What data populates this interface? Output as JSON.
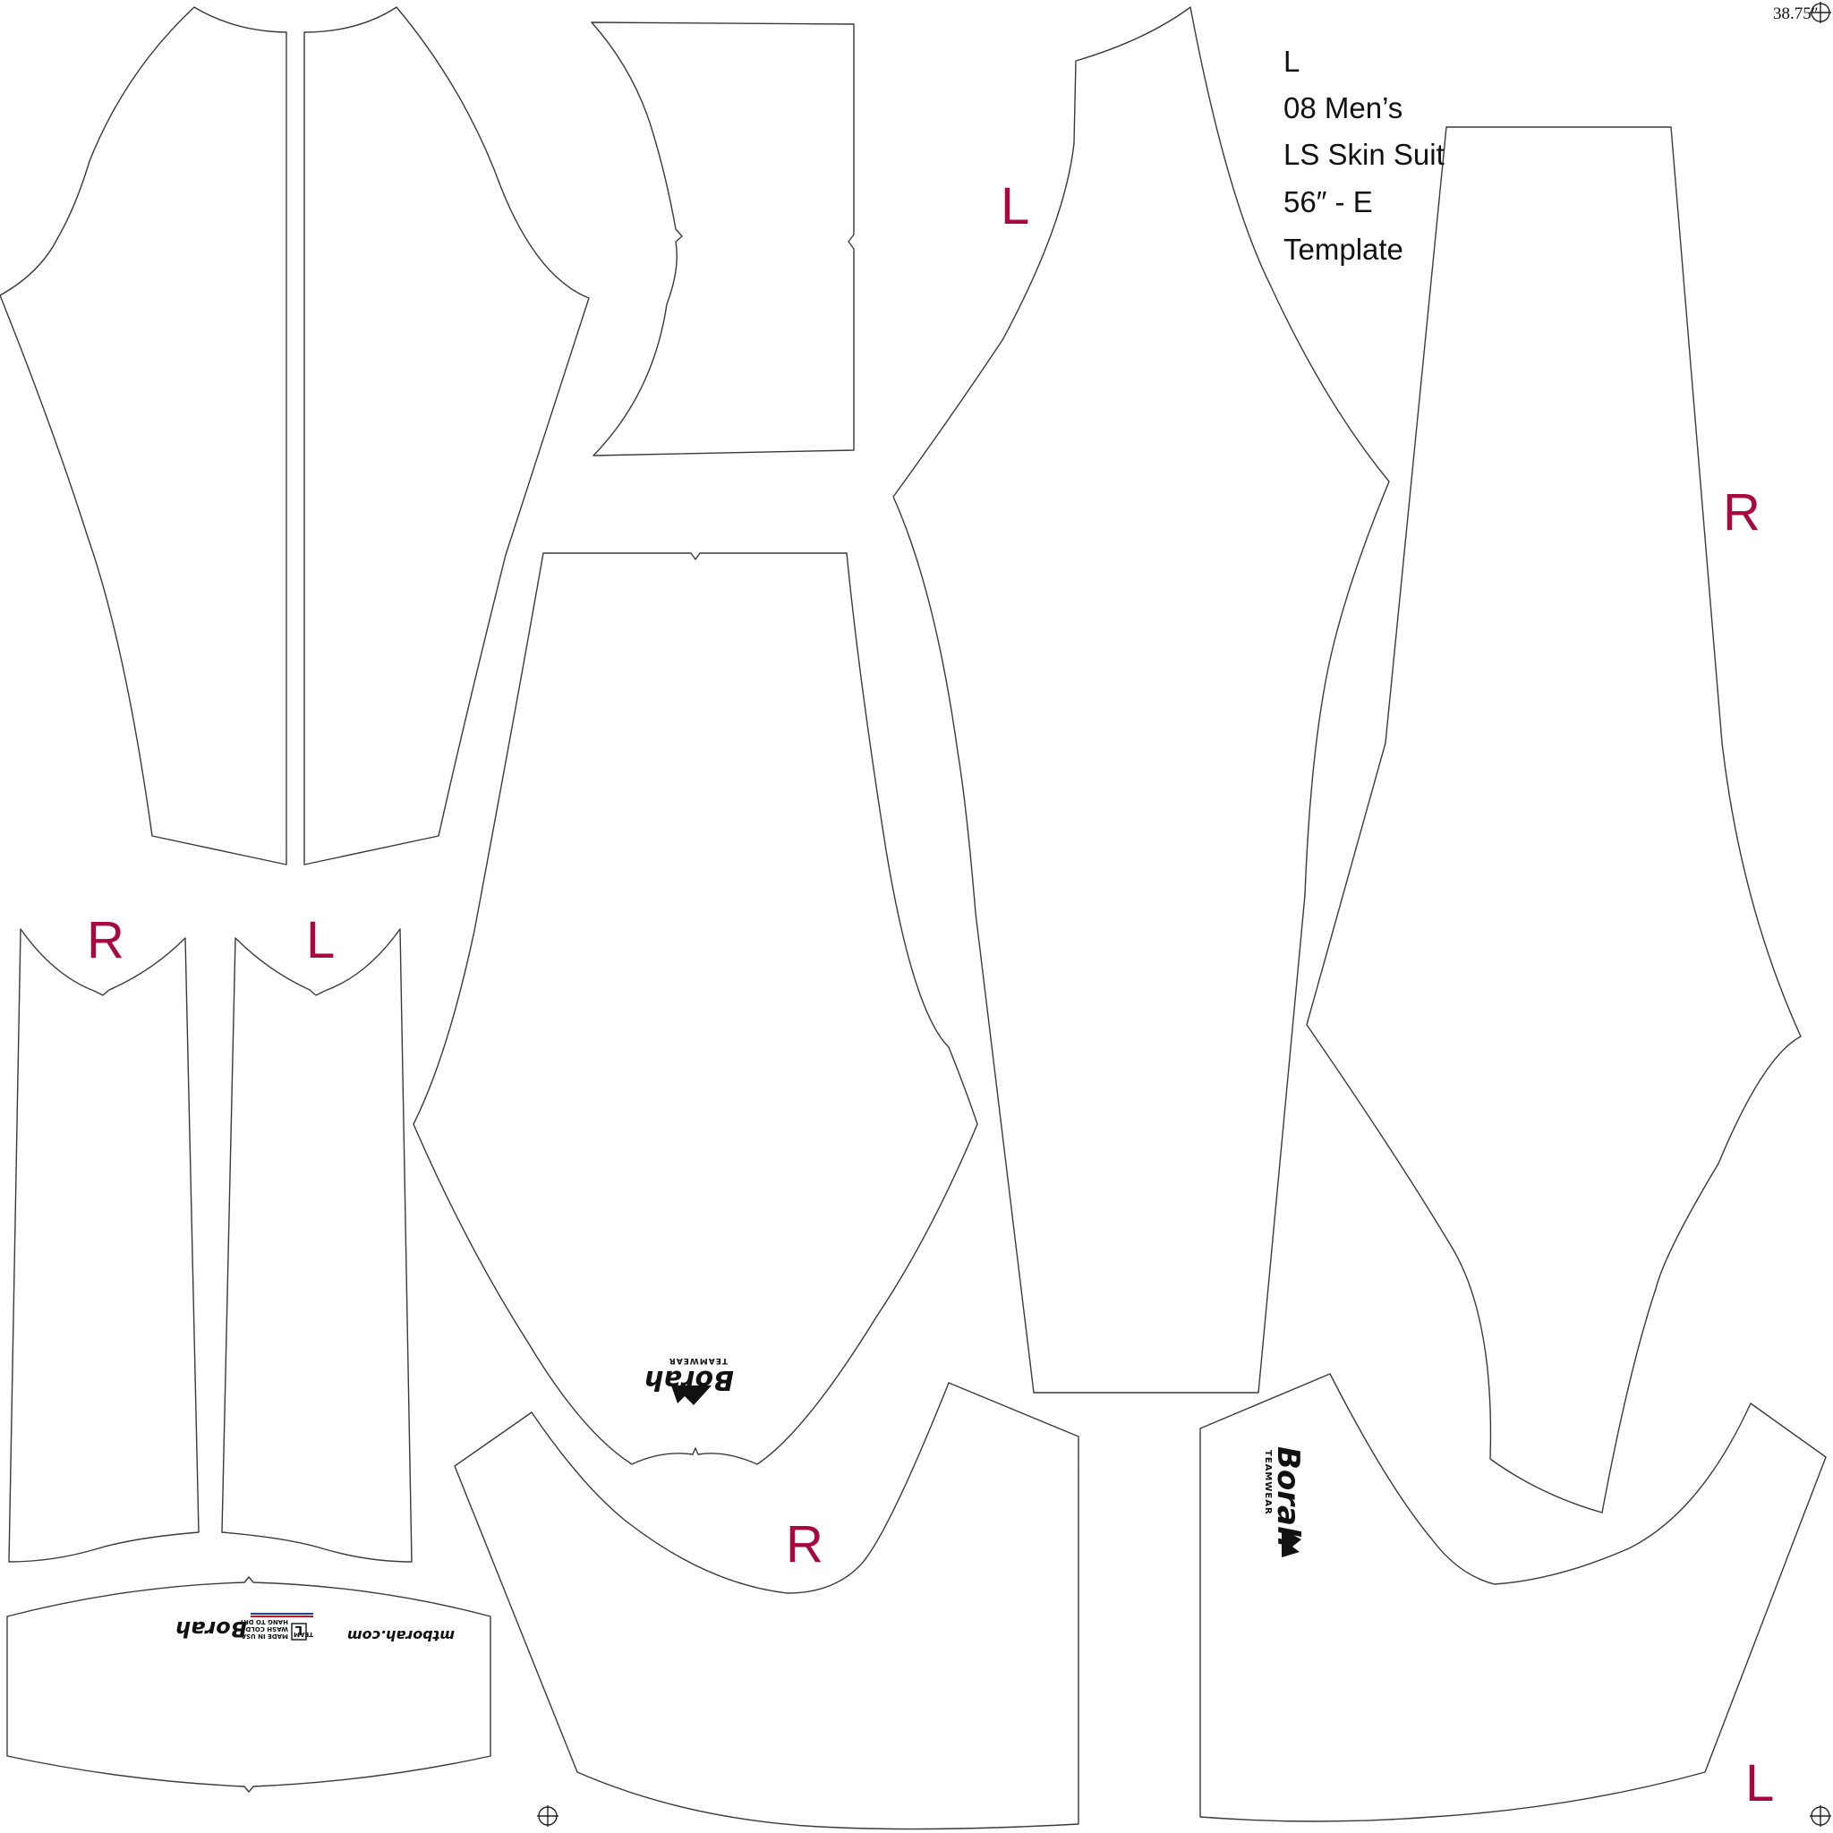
{
  "template": {
    "size": "L",
    "model": "08 Men’s",
    "style": "LS Skin Suit",
    "chest": "56″ - E",
    "kind": "Template",
    "width_label": "38.75″"
  },
  "side_marks": {
    "left": "L",
    "right": "R"
  },
  "logos": {
    "brand": "Borah",
    "tagline": "TEAMWEAR",
    "website": "mtborah.com",
    "care_size": "L",
    "care_team": "TEAM",
    "care_line1": "MADE IN USA",
    "care_line2": "WASH COLD",
    "care_line3": "HANG TO DRY"
  },
  "colors": {
    "side_mark": "#a6093d",
    "outline": "#3a3a3a",
    "flag_red": "#c8102e",
    "flag_blue": "#1f3f8f"
  },
  "icons": [
    "registration-mark-icon",
    "borah-mountain-logo-icon"
  ]
}
